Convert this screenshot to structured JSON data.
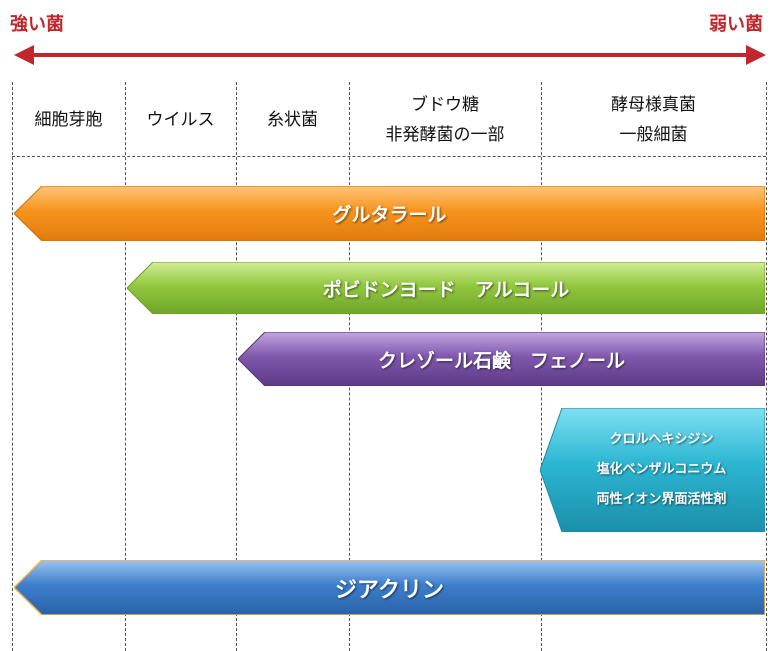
{
  "scale": {
    "strong_label": "強い菌",
    "weak_label": "弱い菌",
    "arrow_color": "#c0262b"
  },
  "columns": [
    {
      "lines": [
        "細胞芽胞"
      ]
    },
    {
      "lines": [
        "ウイルス"
      ]
    },
    {
      "lines": [
        "糸状菌"
      ]
    },
    {
      "lines": [
        "ブドウ糖",
        "非発酵菌の一部"
      ]
    },
    {
      "lines": [
        "酵母様真菌",
        "一般細菌"
      ]
    }
  ],
  "bands": {
    "glutaral": {
      "label": "グルタラール",
      "color": "#f08a1c"
    },
    "povidone": {
      "label": "ポビドンヨード　アルコール",
      "color": "#8dc63f"
    },
    "cresol": {
      "label": "クレゾール石鹸　フェノール",
      "color": "#7a52a6"
    },
    "chlorhex": {
      "lines": [
        "クロルヘキシジン",
        "塩化ベンザルコニウム",
        "両性イオン界面活性剤"
      ],
      "color": "#26b3cf"
    },
    "diacrine": {
      "label": "ジアクリン",
      "color": "#3a7cc9"
    }
  }
}
